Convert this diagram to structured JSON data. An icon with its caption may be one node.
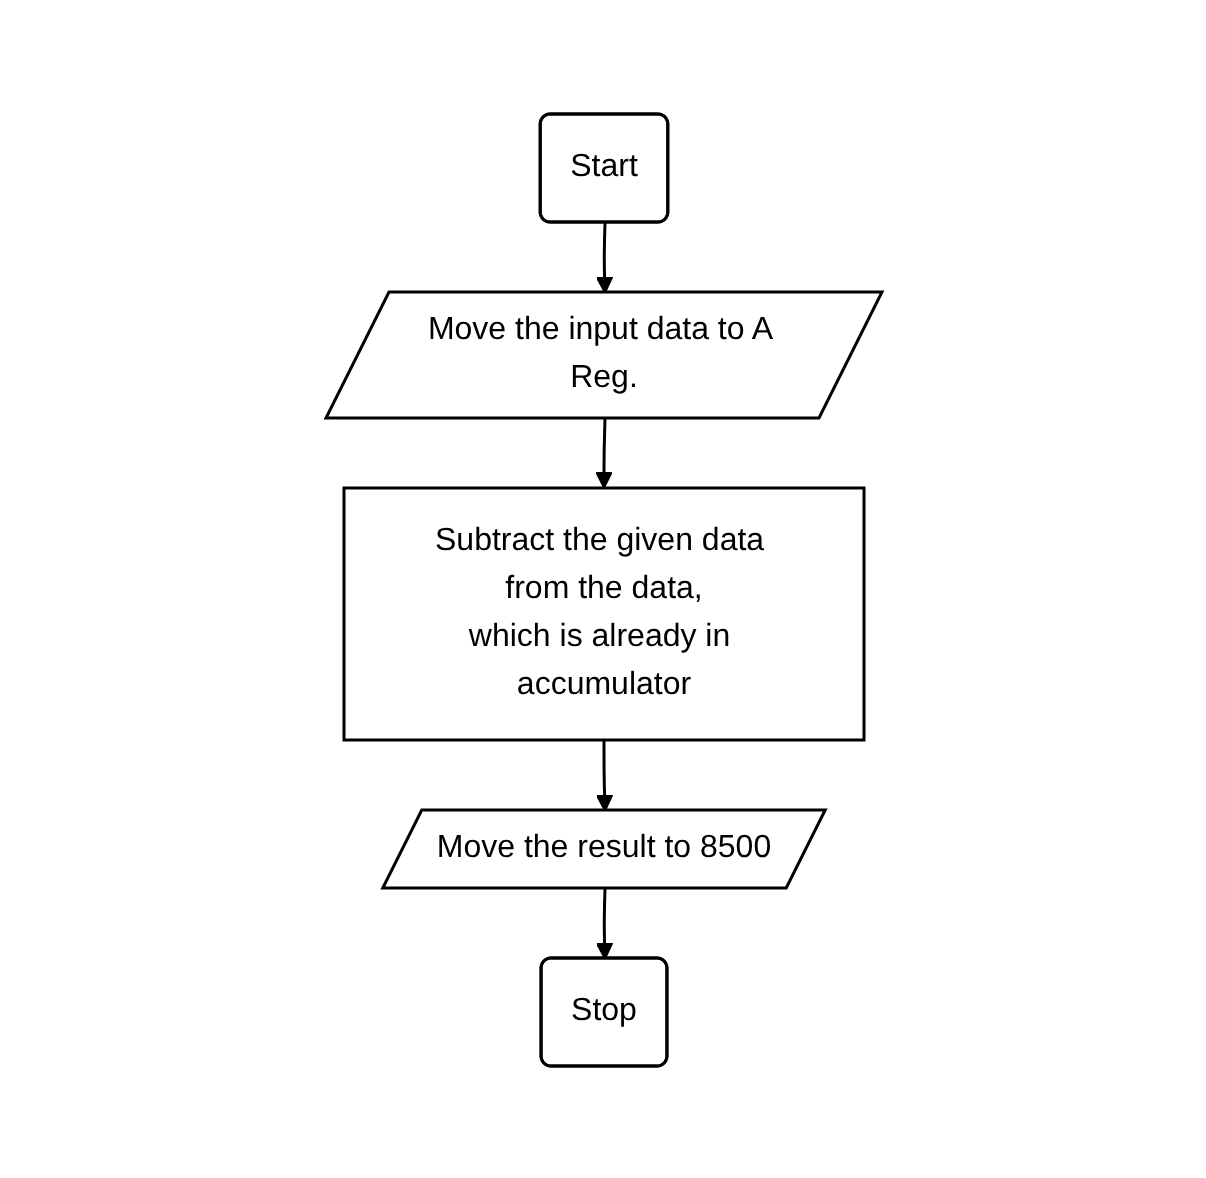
{
  "diagram": {
    "nodes": [
      {
        "text": [
          "Start"
        ]
      },
      {
        "text": [
          "Move the input data to A Reg."
        ]
      },
      {
        "text": [
          "Subtract the given data from the data, which is already in accumulator"
        ]
      },
      {
        "text": [
          "Move the result to 8500"
        ]
      },
      {
        "text": [
          "Stop"
        ]
      }
    ],
    "edges": [
      {
        "from": 0,
        "to": 1,
        "arrow": "to"
      },
      {
        "from": 1,
        "to": 2,
        "arrow": "to"
      },
      {
        "from": 2,
        "to": 3,
        "arrow": "to"
      },
      {
        "from": 3,
        "to": 4,
        "arrow": "to"
      }
    ]
  }
}
